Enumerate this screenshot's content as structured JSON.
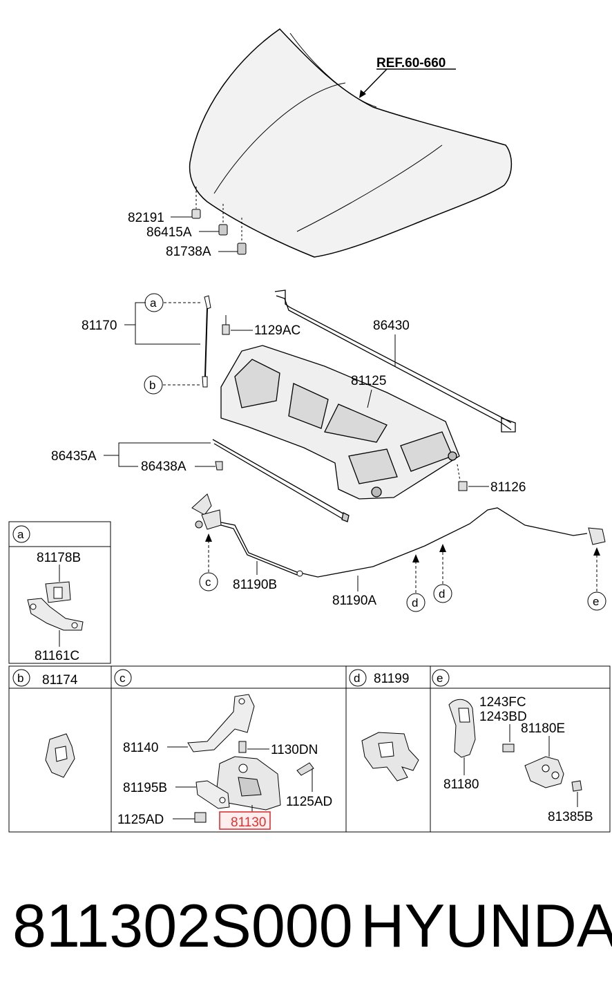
{
  "ref": "REF.60-660",
  "hood_parts": [
    "82191",
    "86415A",
    "81738A"
  ],
  "upper_parts": {
    "stay_rod": "81170",
    "bolt": "1129AC",
    "weatherstrip": "86430",
    "insulator": "81125",
    "seal": "86435A",
    "seal_clip": "86438A",
    "clip": "81126",
    "cable_front": "81190B",
    "cable_rear": "81190A"
  },
  "callouts": {
    "a": "a",
    "b": "b",
    "c": "c",
    "d": "d",
    "e": "e"
  },
  "detail_a": {
    "top_part": "81178B",
    "bottom_part": "81161C"
  },
  "detail_b": {
    "part": "81174"
  },
  "detail_c": {
    "parts": [
      "81140",
      "1130DN",
      "81195B",
      "1125AD",
      "1125AD"
    ],
    "highlighted": "81130"
  },
  "detail_d": {
    "part": "81199"
  },
  "detail_e": {
    "parts": [
      "1243FC",
      "1243BD",
      "81180E",
      "81180",
      "81385B"
    ]
  },
  "footer": {
    "part_number": "811302S000",
    "brand": "HYUNDAI"
  },
  "colors": {
    "line": "#000000",
    "highlight": "#e03030",
    "shade": "#f2f2f2"
  }
}
